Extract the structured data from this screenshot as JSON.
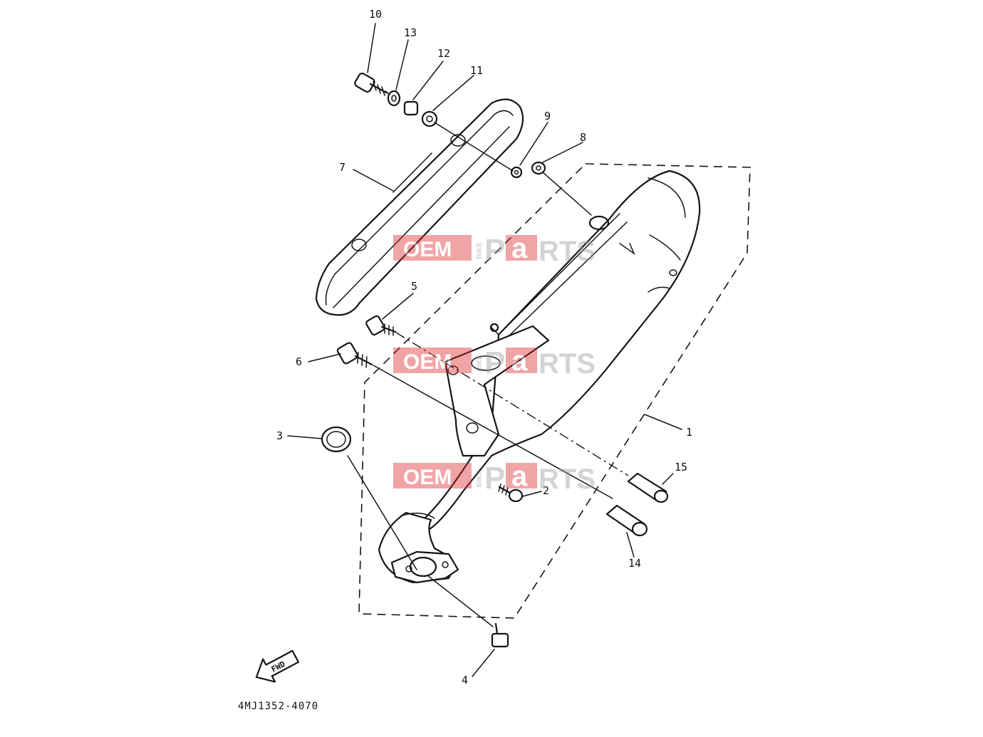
{
  "diagram": {
    "drawing_code": "4MJ1352-4070",
    "fwd_label": "FWD",
    "callouts": [
      "1",
      "2",
      "3",
      "4",
      "5",
      "6",
      "7",
      "8",
      "9",
      "10",
      "11",
      "12",
      "13",
      "14",
      "15"
    ]
  },
  "watermark": {
    "oem": "OEM",
    "bike": "BIKE",
    "parts_p": "P",
    "parts_a": "a",
    "parts_rts": "RTS",
    "colors": {
      "red": "#e0292d",
      "gray": "#9a9a9a"
    }
  },
  "colors": {
    "ink": "#151515",
    "background": "#ffffff"
  }
}
